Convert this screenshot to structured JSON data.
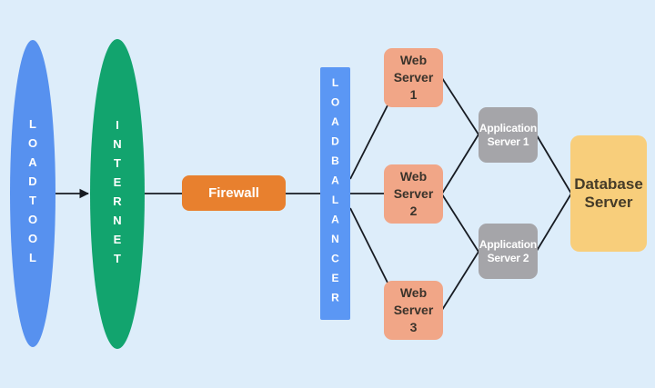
{
  "diagram": {
    "background_color": "#ddedfa",
    "line_color": "#171b22",
    "nodes": {
      "loadtool": {
        "label": "LOADTOOL",
        "shape": "ellipse",
        "fill": "#5791ef",
        "text_color": "#ffffff"
      },
      "internet": {
        "label": "INTERNET",
        "shape": "ellipse",
        "fill": "#12a46e",
        "text_color": "#ffffff"
      },
      "firewall": {
        "label": "Firewall",
        "shape": "rounded-rect",
        "fill": "#e8802e",
        "text_color": "#ffffff"
      },
      "loadbalancer": {
        "label": "LOADBALANCER",
        "shape": "rect",
        "fill": "#5b97f4",
        "text_color": "#ffffff"
      },
      "web_server_1": {
        "lines": [
          "Web",
          "Server",
          "1"
        ],
        "shape": "rounded-rect",
        "fill": "#f1a687",
        "text_color": "#3a332b"
      },
      "web_server_2": {
        "lines": [
          "Web",
          "Server",
          "2"
        ],
        "shape": "rounded-rect",
        "fill": "#f1a687",
        "text_color": "#3a332b"
      },
      "web_server_3": {
        "lines": [
          "Web",
          "Server",
          "3"
        ],
        "shape": "rounded-rect",
        "fill": "#f1a687",
        "text_color": "#3a332b"
      },
      "app_server_1": {
        "lines": [
          "Application",
          "Server 1"
        ],
        "shape": "rounded-rect",
        "fill": "#a5a5a9",
        "text_color": "#ffffff"
      },
      "app_server_2": {
        "lines": [
          "Application",
          "Server 2"
        ],
        "shape": "rounded-rect",
        "fill": "#a5a5a9",
        "text_color": "#ffffff"
      },
      "database_server": {
        "lines": [
          "Database",
          "Server"
        ],
        "shape": "rounded-rect",
        "fill": "#f8ce7b",
        "text_color": "#453b28"
      }
    },
    "edges": [
      {
        "from": "loadtool",
        "to": "internet",
        "arrow": true
      },
      {
        "from": "internet",
        "to": "firewall",
        "arrow": false
      },
      {
        "from": "firewall",
        "to": "loadbalancer",
        "arrow": false
      },
      {
        "from": "loadbalancer",
        "to": "web_server_1",
        "arrow": false
      },
      {
        "from": "loadbalancer",
        "to": "web_server_2",
        "arrow": false
      },
      {
        "from": "loadbalancer",
        "to": "web_server_3",
        "arrow": false
      },
      {
        "from": "web_server_1",
        "to": "app_server_1",
        "arrow": false
      },
      {
        "from": "web_server_2",
        "to": "app_server_1",
        "arrow": false
      },
      {
        "from": "web_server_2",
        "to": "app_server_2",
        "arrow": false
      },
      {
        "from": "web_server_3",
        "to": "app_server_2",
        "arrow": false
      },
      {
        "from": "app_server_1",
        "to": "database_server",
        "arrow": false
      },
      {
        "from": "app_server_2",
        "to": "database_server",
        "arrow": false
      }
    ]
  }
}
